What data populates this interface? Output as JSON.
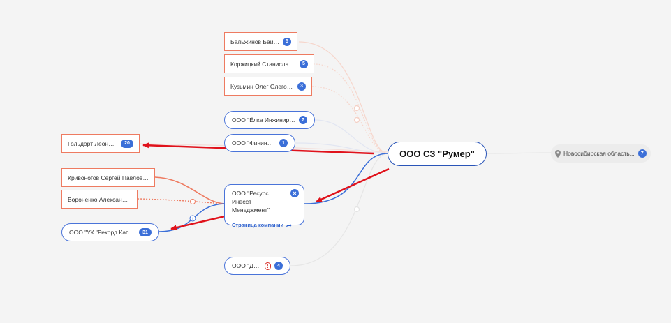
{
  "main_company": "ООО СЗ \"Румер\"",
  "region": {
    "label": "Новосибирская область...",
    "count": "7",
    "icon": "location-pin-icon"
  },
  "founders": [
    {
      "name": "Бальжинов Баир...",
      "count": "5"
    },
    {
      "name": "Коржицкий Станислав...",
      "count": "5"
    },
    {
      "name": "Кузьмин Олег Олегович",
      "count": "3"
    }
  ],
  "subsidiaries": [
    {
      "name": "ООО \"Ёлка Инжиниринг\"",
      "count": "7"
    },
    {
      "name": "ООО \"Фининвест\"",
      "count": "1"
    },
    {
      "name": "ООО \"ДНИ...",
      "count": "4"
    }
  ],
  "goldort": {
    "name": "Гольдорт Леонид...",
    "count": "20"
  },
  "expanded": {
    "name": "ООО \"Ресурс Инвест Менеджмент\"",
    "link": "Страница компании",
    "people": [
      {
        "name": "Кривоногов Сергей Павлович"
      },
      {
        "name": "Вороненко Александр..."
      }
    ],
    "parent": {
      "name": "ООО \"УК \"Рекорд Капитал\"",
      "count": "31"
    }
  },
  "colors": {
    "person_border": "#ee7b61",
    "org_border": "#4a74d9",
    "badge": "#3b6fd8",
    "arrow": "#e0121b",
    "warning": "#d9302b"
  }
}
